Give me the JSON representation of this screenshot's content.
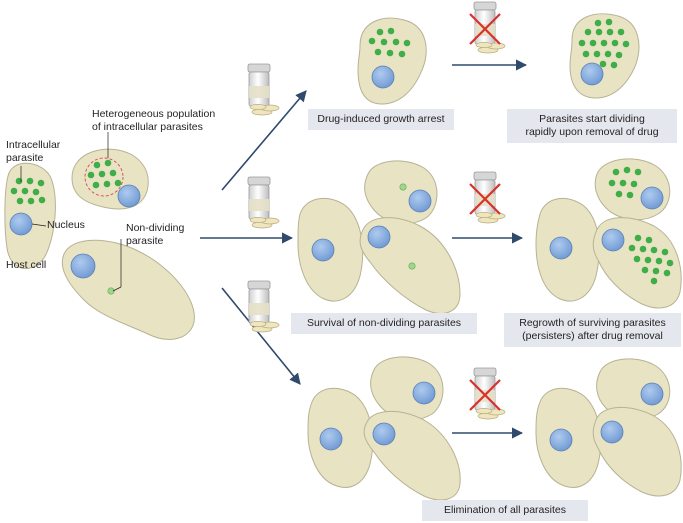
{
  "labels": {
    "intracellular_parasite": [
      "Intracellular",
      "parasite"
    ],
    "heterogeneous_population": [
      "Heterogeneous population",
      "of intracellular parasites"
    ],
    "nucleus": "Nucleus",
    "non_dividing_parasite": [
      "Non-dividing",
      "parasite"
    ],
    "host_cell": "Host cell"
  },
  "captions": {
    "top_left": "Drug-induced growth arrest",
    "top_right": [
      "Parasites start dividing",
      "rapidly upon removal of drug"
    ],
    "middle_left": "Survival of non-dividing parasites",
    "middle_right": [
      "Regrowth of surviving parasites",
      "(persisters) after drug removal"
    ],
    "bottom": "Elimination of all parasites"
  },
  "icons": [
    "drug-bottle-icon",
    "crossed-drug-bottle-icon",
    "arrow-icon"
  ],
  "colors": {
    "cell_fill": "#e8e3c2",
    "cell_stroke": "#b6b294",
    "nucleus_fill": "#7fa6d9",
    "nucleus_stroke": "#5a80b8",
    "parasite": "#3fae49",
    "parasite_faint": "#9ed68e",
    "arrow": "#2f4a6b",
    "caption_bg": "#e4e7ee",
    "cross": "#d8322a"
  }
}
